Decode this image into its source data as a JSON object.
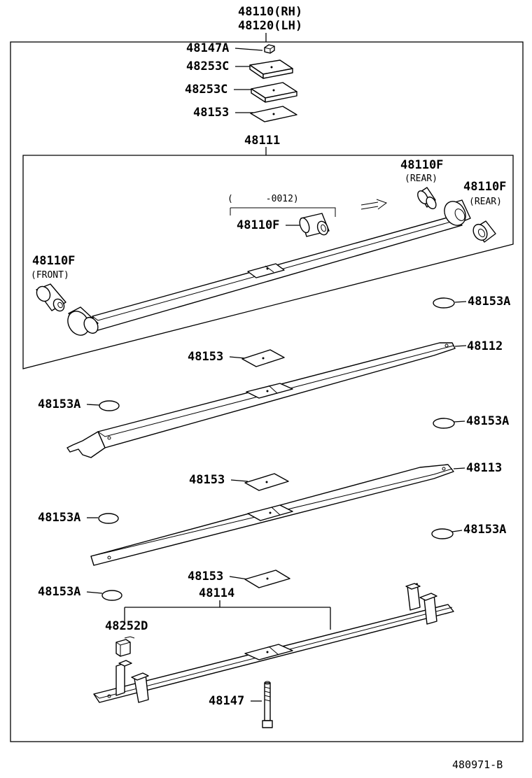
{
  "labels": {
    "top_rh": "48110(RH)",
    "top_lh": "48120(LH)",
    "p48147a": "48147A",
    "p48253c_1": "48253C",
    "p48253c_2": "48253C",
    "p48153_top": "48153",
    "p48111": "48111",
    "bushing_rear_1": "48110F",
    "bushing_rear_1_sub": "(REAR)",
    "bushing_rear_2": "48110F",
    "bushing_rear_2_sub": "(REAR)",
    "bushing_mid_range": "(      -0012)",
    "bushing_mid": "48110F",
    "bushing_front": "48110F",
    "bushing_front_sub": "(FRONT)",
    "p48153a_1": "48153A",
    "p48153_2": "48153",
    "p48112": "48112",
    "p48153a_2": "48153A",
    "p48153a_3": "48153A",
    "p48153_3": "48153",
    "p48113": "48113",
    "p48153a_4": "48153A",
    "p48153a_5": "48153A",
    "p48153_4": "48153",
    "p48153a_6": "48153A",
    "p48114": "48114",
    "p48252d": "48252D",
    "p48147": "48147",
    "diagram_id": "480971-B"
  }
}
